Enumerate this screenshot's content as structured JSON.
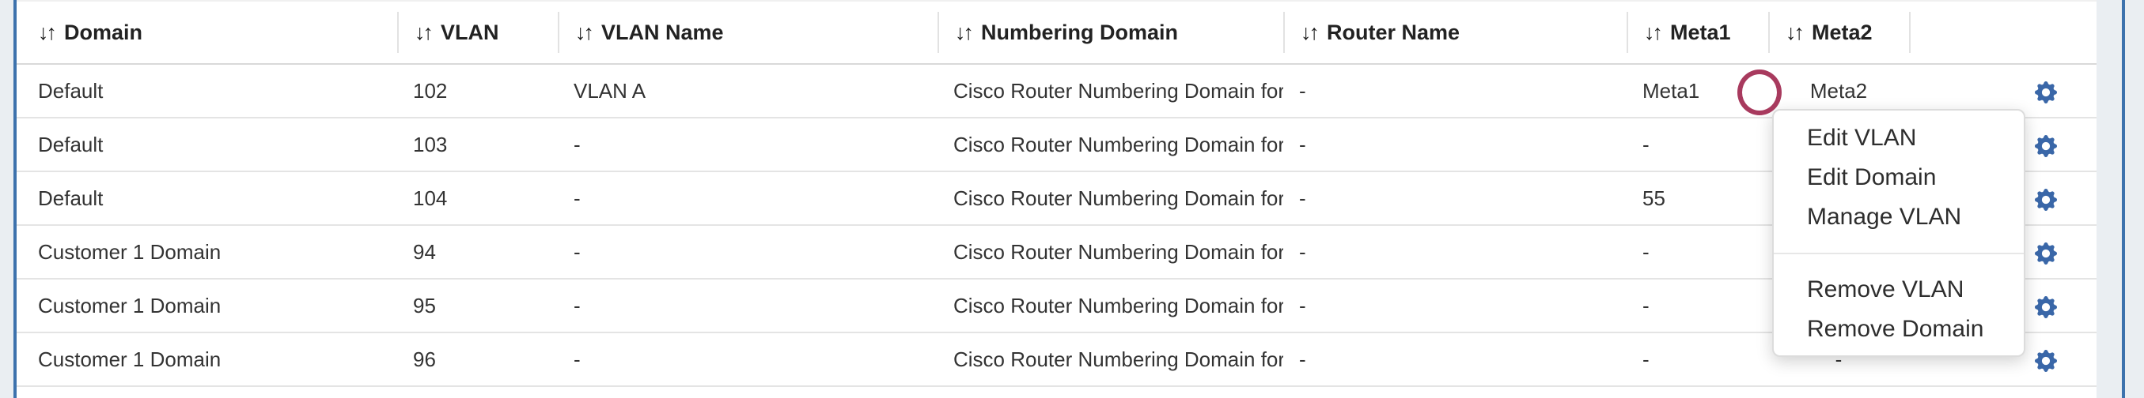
{
  "icons": {
    "sort_glyph": "↓↑",
    "gear": "gear-icon"
  },
  "colors": {
    "accent_blue_edge": "#3d72ad",
    "gear_blue": "#3a67a8",
    "annotation_circle": "#a83a5e",
    "row_separator": "#e4e4e4",
    "page_background": "#eaeef2"
  },
  "table": {
    "columns": [
      {
        "label": "Domain",
        "sortable": true
      },
      {
        "label": "VLAN",
        "sortable": true
      },
      {
        "label": "VLAN Name",
        "sortable": true
      },
      {
        "label": "Numbering Domain",
        "sortable": true
      },
      {
        "label": "Router Name",
        "sortable": true
      },
      {
        "label": "Meta1",
        "sortable": true
      },
      {
        "label": "Meta2",
        "sortable": true
      },
      {
        "label": "",
        "sortable": false
      }
    ],
    "rows": [
      {
        "domain": "Default",
        "vlan": "102",
        "vlan_name": "VLAN A",
        "numbering_domain": "Cisco Router Numbering Domain for …",
        "router_name": "-",
        "meta1": "Meta1",
        "meta2": "Meta2"
      },
      {
        "domain": "Default",
        "vlan": "103",
        "vlan_name": "-",
        "numbering_domain": "Cisco Router Numbering Domain for …",
        "router_name": "-",
        "meta1": "-",
        "meta2": "-"
      },
      {
        "domain": "Default",
        "vlan": "104",
        "vlan_name": "-",
        "numbering_domain": "Cisco Router Numbering Domain for …",
        "router_name": "-",
        "meta1": "55",
        "meta2": "-"
      },
      {
        "domain": "Customer 1 Domain",
        "vlan": "94",
        "vlan_name": "-",
        "numbering_domain": "Cisco Router Numbering Domain for …",
        "router_name": "-",
        "meta1": "-",
        "meta2": "-"
      },
      {
        "domain": "Customer 1 Domain",
        "vlan": "95",
        "vlan_name": "-",
        "numbering_domain": "Cisco Router Numbering Domain for …",
        "router_name": "-",
        "meta1": "-",
        "meta2": "-"
      },
      {
        "domain": "Customer 1 Domain",
        "vlan": "96",
        "vlan_name": "-",
        "numbering_domain": "Cisco Router Numbering Domain for …",
        "router_name": "-",
        "meta1": "-",
        "meta2": "-"
      }
    ]
  },
  "context_menu": {
    "items": [
      {
        "label": "Edit VLAN"
      },
      {
        "label": "Edit Domain"
      },
      {
        "label": "Manage VLAN"
      },
      {
        "label": "Remove VLAN"
      },
      {
        "label": "Remove Domain"
      }
    ]
  }
}
